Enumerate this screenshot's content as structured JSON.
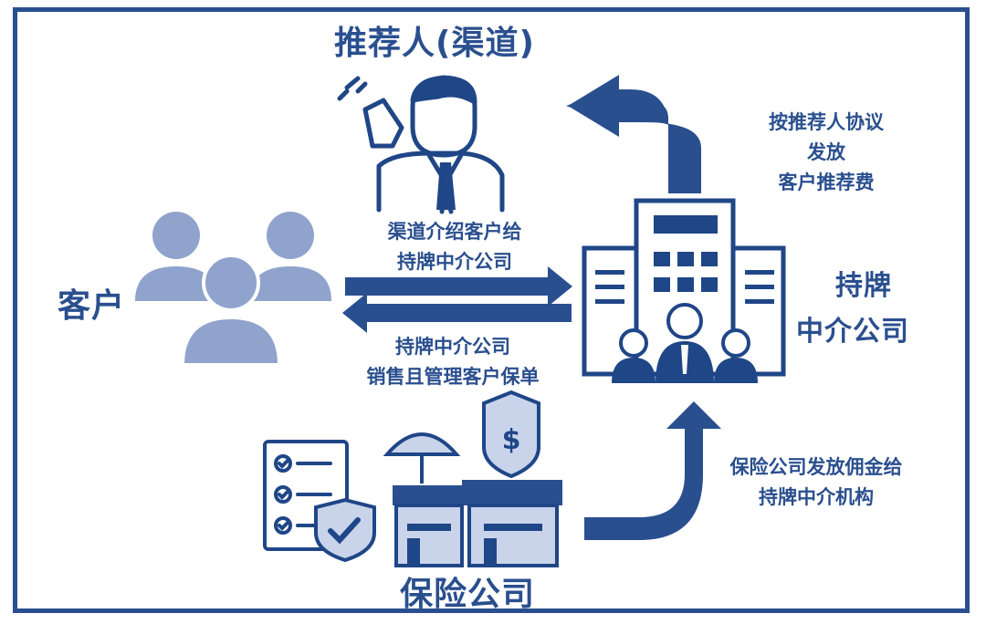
{
  "nodes": {
    "recommender": "推荐人(渠道)",
    "customer": "客户",
    "broker_line1": "持牌",
    "broker_line2": "中介公司",
    "insurer": "保险公司"
  },
  "flows": {
    "referral_fee": [
      "按推荐人协议",
      "发放",
      "客户推荐费"
    ],
    "channel_intro": [
      "渠道介绍客户给",
      "持牌中介公司"
    ],
    "sales_mgmt": [
      "持牌中介公司",
      "销售且管理客户保单"
    ],
    "commission": [
      "保险公司发放佣金给",
      "持牌中介机构"
    ]
  },
  "colors": {
    "primary": "#294f8f",
    "light": "#8fa3cc",
    "pale": "#c9d3ea"
  }
}
